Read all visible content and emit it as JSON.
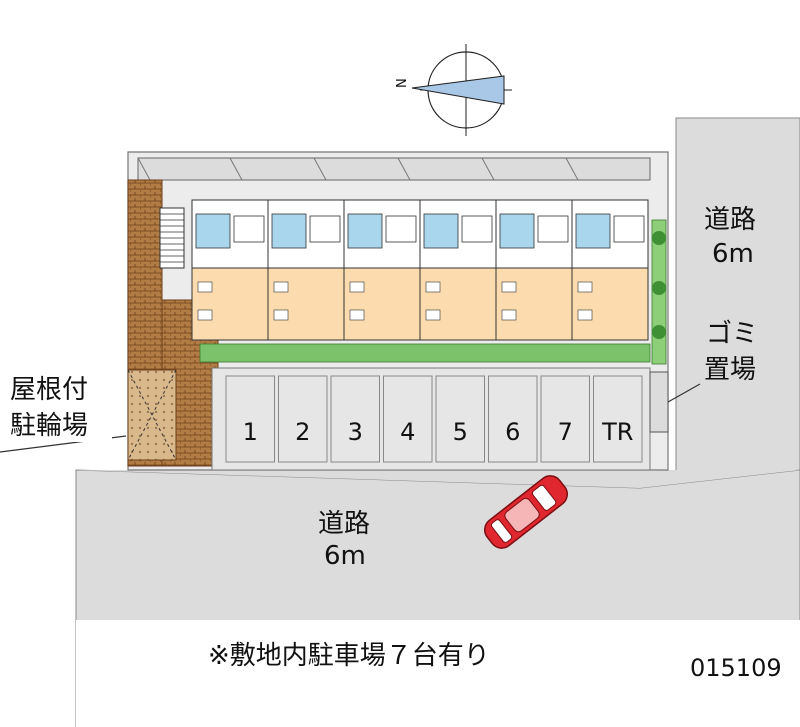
{
  "compass": {
    "north_label": "N"
  },
  "labels": {
    "road_east_line1": "道路",
    "road_east_line2": "6m",
    "road_south_line1": "道路",
    "road_south_line2": "6m",
    "garbage_line1": "ゴミ",
    "garbage_line2": "置場",
    "bicycle_line1": "屋根付",
    "bicycle_line2": "駐輪場"
  },
  "parking": {
    "spaces": [
      "1",
      "2",
      "3",
      "4",
      "5",
      "6",
      "7",
      "TR"
    ]
  },
  "caption": "※敷地内駐車場７台有り",
  "property_id": "015109",
  "colors": {
    "road": "#dcdcdc",
    "lot": "#eaeaea",
    "room": "#fcdcae",
    "bath": "#a9d6ec",
    "hedge": "#7cc26a",
    "brick": "#a8703a",
    "car": "#e0262e"
  }
}
